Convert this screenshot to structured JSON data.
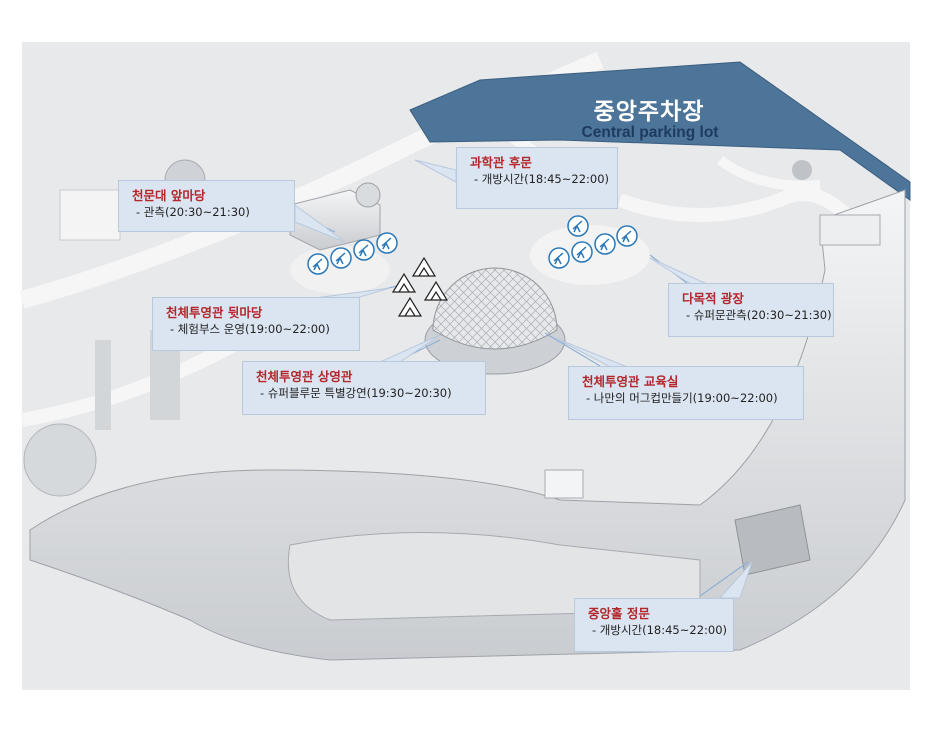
{
  "colors": {
    "parking": "#4d7499",
    "callout_bg": "#dbe5f1",
    "title_red": "#b3262b",
    "telescope_blue": "#2b78b7"
  },
  "parking": {
    "title_ko": "중앙주차장",
    "title_en": "Central parking lot"
  },
  "callouts": {
    "science_back_gate": {
      "title": "과학관 후문",
      "detail": "- 개방시간(18:45~22:00)"
    },
    "observatory_front_yard": {
      "title": "천문대 앞마당",
      "detail": "- 관측(20:30~21:30)"
    },
    "planetarium_back_yard": {
      "title": "천체투영관 뒷마당",
      "detail": "- 체험부스 운영(19:00~22:00)"
    },
    "planetarium_theater": {
      "title": "천체투영관 상영관",
      "detail": "- 슈퍼블루문 특별강연(19:30~20:30)"
    },
    "multipurpose_plaza": {
      "title": "다목적 광장",
      "detail": "- 슈퍼문관측(20:30~21:30)"
    },
    "planetarium_classroom": {
      "title": "천체투영관 교육실",
      "detail": "- 나만의 머그컵만들기(19:00~22:00)"
    },
    "central_hall_gate": {
      "title": "중앙홀 정문",
      "detail": "- 개방시간(18:45~22:00)"
    }
  },
  "icons": {
    "telescope": "telescope-icon",
    "tent": "tent-icon"
  }
}
